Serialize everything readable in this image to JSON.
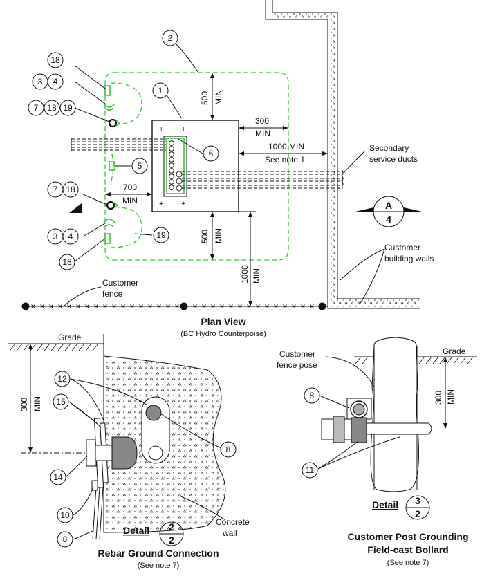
{
  "plan": {
    "title": "Plan View",
    "subtitle": "(BC Hydro Counterpoise)",
    "dims": {
      "d300_top": "300",
      "min": "MIN",
      "d500_top": "500",
      "d1000": "1000 MIN",
      "see_note1": "See note 1",
      "d700": "700",
      "d500_bot": "500",
      "d1000_v": "1000"
    },
    "labels": {
      "secondary_1": "Secondary",
      "secondary_2": "service ducts",
      "customer_walls_1": "Customer",
      "customer_walls_2": "building walls",
      "fence_1": "Customer",
      "fence_2": "fence"
    },
    "section_marker": {
      "top": "A",
      "bottom": "4"
    },
    "bubbles": [
      "2",
      "18",
      "3",
      "4",
      "7",
      "18",
      "19",
      "1",
      "6",
      "5",
      "7",
      "18",
      "3",
      "4",
      "19",
      "18"
    ]
  },
  "detail2": {
    "grade": "Grade",
    "dim": "300",
    "min": "MIN",
    "concrete_1": "Concrete",
    "concrete_2": "wall",
    "detail_word": "Detail",
    "detail_num": "2",
    "detail_sheet": "2",
    "title": "Rebar Ground Connection",
    "note": "(See note 7)",
    "bubbles": [
      "12",
      "15",
      "8",
      "14",
      "10",
      "8"
    ]
  },
  "detail3": {
    "fence_post_1": "Customer",
    "fence_post_2": "fence pose",
    "grade": "Grade",
    "dim": "300",
    "min": "MIN",
    "detail_word": "Detail",
    "detail_num": "3",
    "detail_sheet": "2",
    "title_1": "Customer Post Grounding",
    "title_2": "Field-cast Bollard",
    "note": "(See note 7)",
    "bubbles": [
      "8",
      "11"
    ]
  },
  "colors": {
    "counterpoise": "#39c43a",
    "linework": "#111111"
  }
}
